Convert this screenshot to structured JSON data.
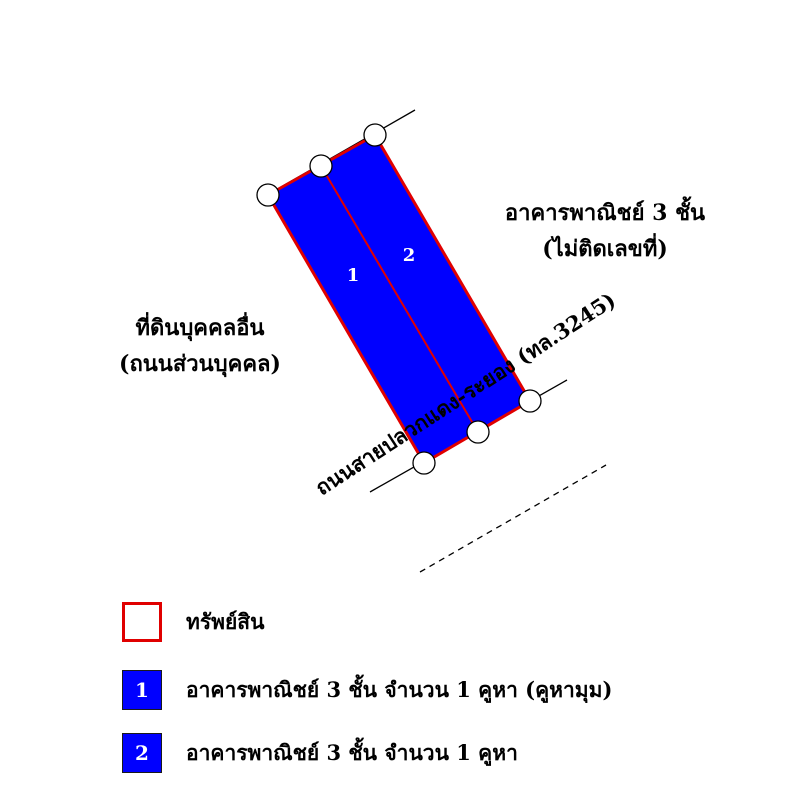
{
  "title": "",
  "parcel_labels": {
    "unit1": "1",
    "unit2": "2"
  },
  "labels": {
    "right_line1": "อาคารพาณิชย์ 3 ชั้น",
    "right_line2": "(ไม่ติดเลขที่)",
    "left_line1": "ที่ดินบุคคลอื่น",
    "left_line2": "(ถนนส่วนบุคคล)",
    "road": "ถนนสายปลวกแดง-ระยอง (ทล.3245)"
  },
  "legend": [
    {
      "swatch_text": "",
      "text": "ทรัพย์สิน",
      "type": "property"
    },
    {
      "swatch_text": "1",
      "text": "อาคารพาณิชย์ 3 ชั้น จำนวน 1 คูหา (คูหามุม)",
      "type": "unit"
    },
    {
      "swatch_text": "2",
      "text": "อาคารพาณิชย์ 3 ชั้น จำนวน 1 คูหา",
      "type": "unit"
    }
  ],
  "colors": {
    "building_fill": "#0000ff",
    "property_border": "#e00000",
    "marker_fill": "#ffffff"
  }
}
